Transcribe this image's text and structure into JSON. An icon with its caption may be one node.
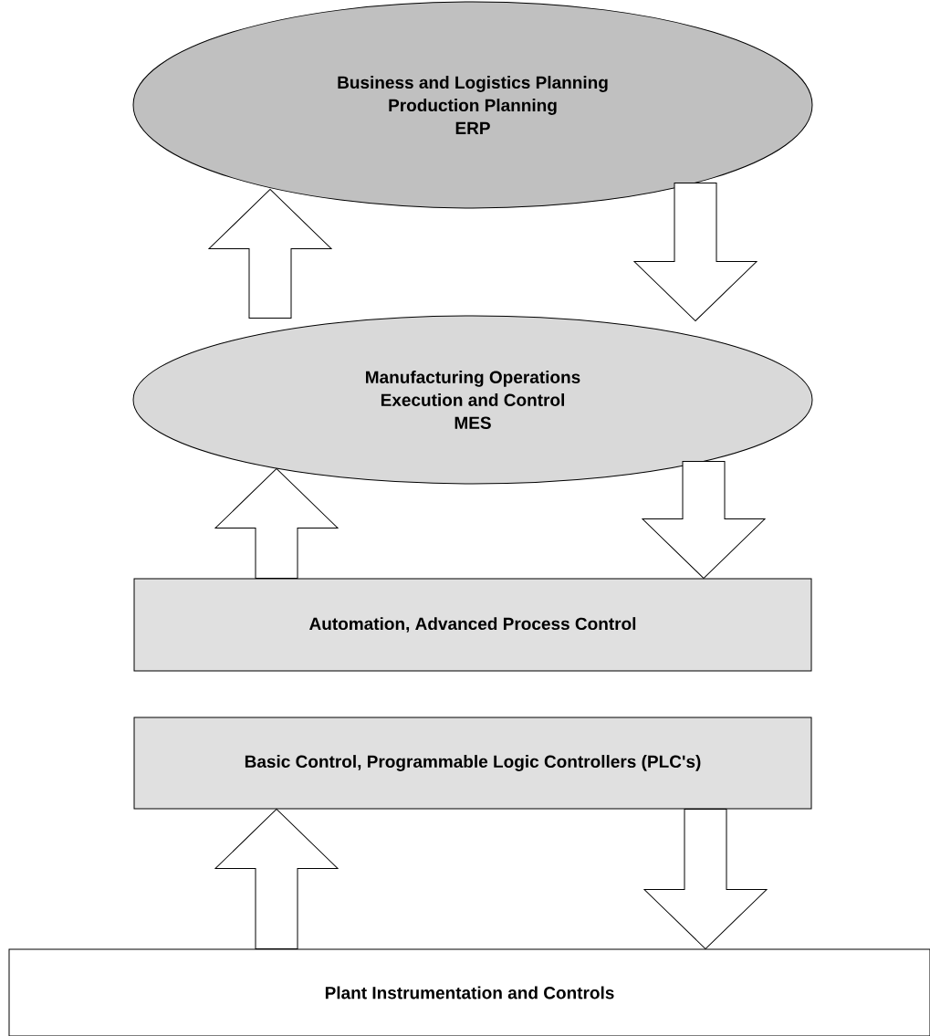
{
  "diagram": {
    "nodes": [
      {
        "text": [
          "Business and Logistics Planning",
          "Production Planning",
          "ERP"
        ]
      },
      {
        "text": [
          "Manufacturing Operations",
          "Execution and Control",
          "MES"
        ]
      },
      {
        "text": [
          "Automation, Advanced Process Control"
        ]
      },
      {
        "text": [
          "Basic Control, Programmable Logic Controllers (PLC's)"
        ]
      },
      {
        "text": [
          "Plant Instrumentation and Controls"
        ]
      }
    ],
    "edges": [
      {
        "from": 1,
        "to": 0,
        "arrow": "to"
      },
      {
        "from": 0,
        "to": 1,
        "arrow": "to"
      },
      {
        "from": 2,
        "to": 1,
        "arrow": "to"
      },
      {
        "from": 1,
        "to": 2,
        "arrow": "to"
      },
      {
        "from": 4,
        "to": 3,
        "arrow": "to"
      },
      {
        "from": 3,
        "to": 4,
        "arrow": "to"
      }
    ]
  }
}
